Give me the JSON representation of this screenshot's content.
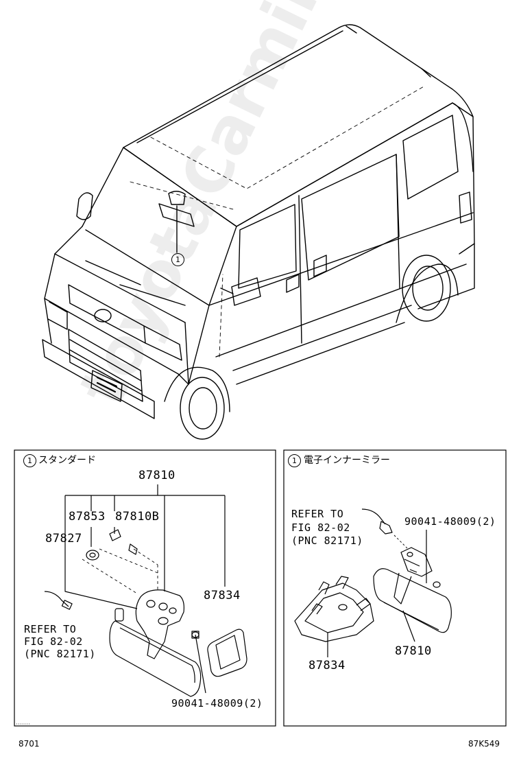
{
  "car_callout": "1",
  "left_panel": {
    "callout": "1",
    "title": "スタンダード",
    "parts": {
      "p87810": "87810",
      "p87853": "87853",
      "p87810B": "87810B",
      "p87827": "87827",
      "p87834": "87834",
      "p90041": "90041-48009(2)"
    },
    "refer_lines": [
      "REFER TO",
      "FIG 82-02",
      "(PNC 82171)"
    ]
  },
  "right_panel": {
    "callout": "1",
    "title": "電子インナーミラー",
    "parts": {
      "p90041": "90041-48009(2)",
      "p87834": "87834",
      "p87810": "87810"
    },
    "refer_lines": [
      "REFER TO",
      "FIG 82-02",
      "(PNC 82171)"
    ]
  },
  "footer": {
    "left_code": "8701",
    "right_code": "87K549"
  },
  "watermark": "toyotaCarmine.ru"
}
